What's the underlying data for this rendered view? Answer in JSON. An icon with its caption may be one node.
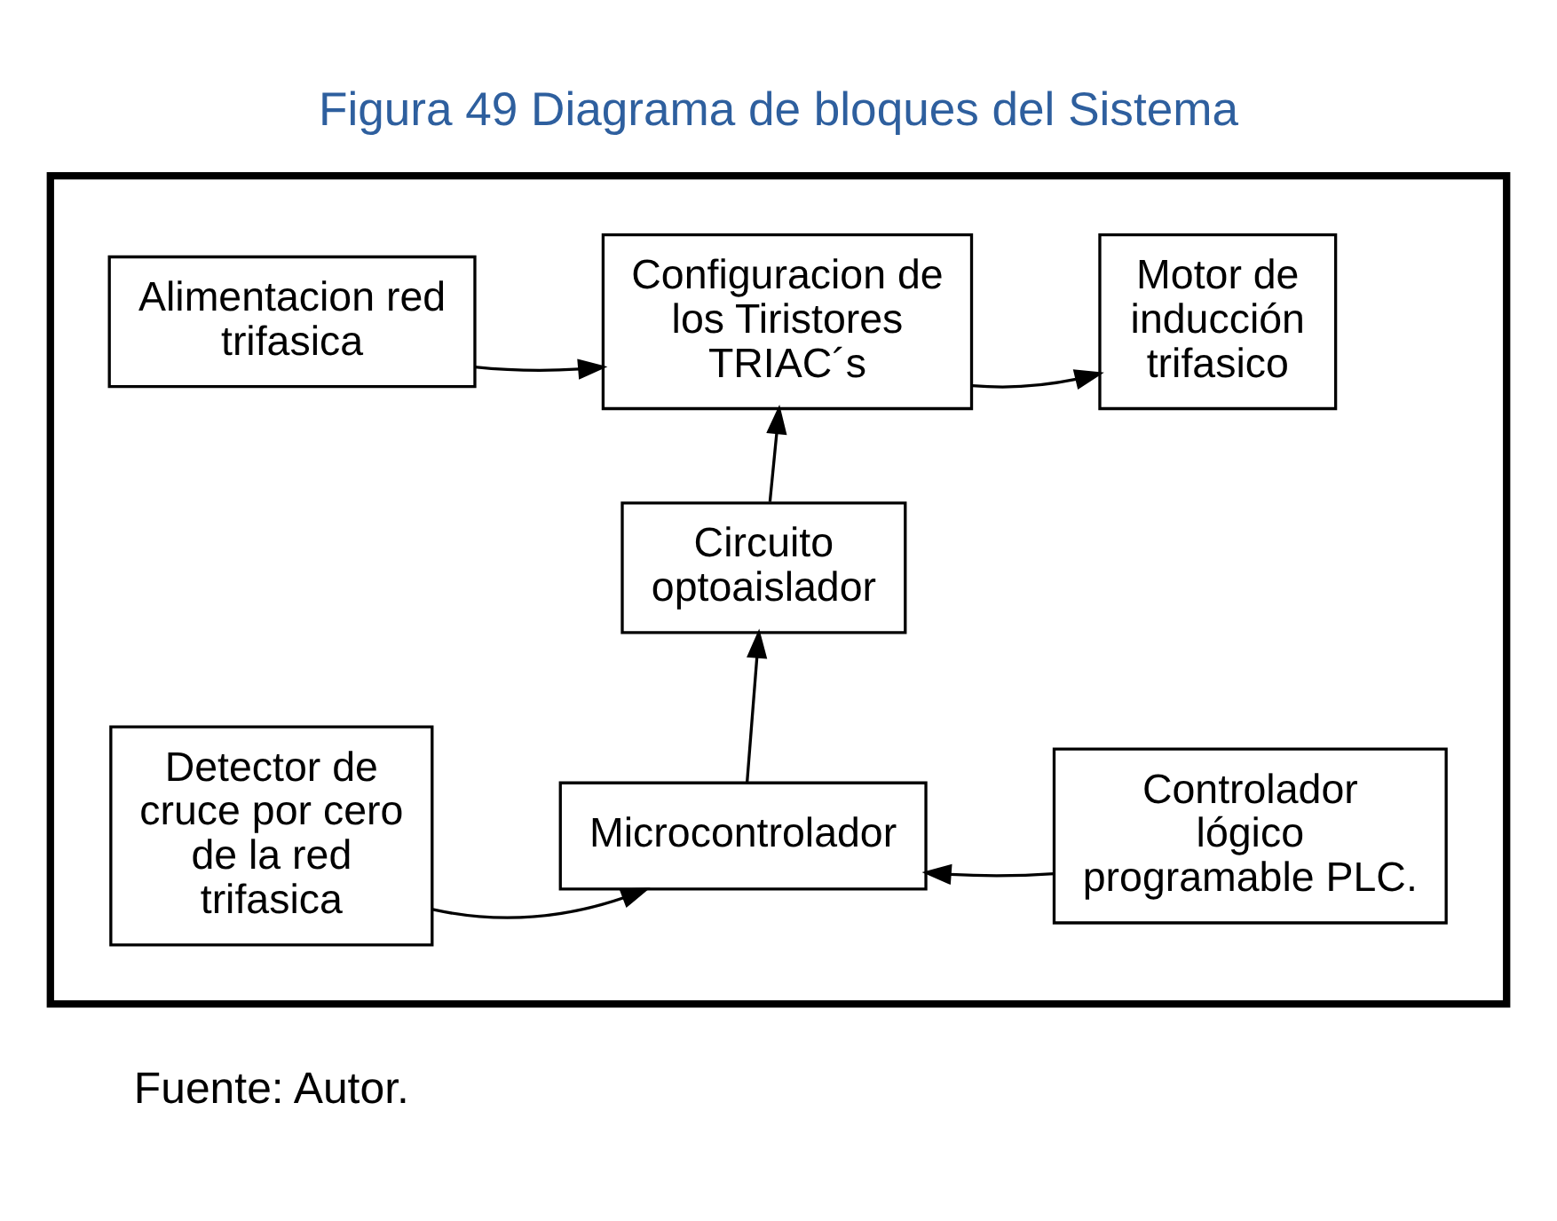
{
  "diagram": {
    "title": "Figura 49 Diagrama de bloques del Sistema",
    "caption": "Fuente: Autor.",
    "nodes": [
      {
        "text": [],
        "shape": "box"
      },
      {
        "text": [
          "Alimentacion red trifasica"
        ],
        "in": 0
      },
      {
        "text": [
          "Configuracion de los Tiristores TRIAC´s"
        ],
        "in": 0
      },
      {
        "text": [
          "Motor de inducción trifasico"
        ],
        "in": 0
      },
      {
        "text": [
          "Circuito optoaislador"
        ],
        "in": 0
      },
      {
        "text": [
          "Detector de cruce por cero de la red trifasica"
        ],
        "in": 0
      },
      {
        "text": [
          "Microcontrolador"
        ],
        "in": 0
      },
      {
        "text": [
          "Controlador lógico programable PLC."
        ],
        "in": 0
      }
    ],
    "edges": [
      {
        "from": 1,
        "to": 2,
        "arrow": "to"
      },
      {
        "from": 2,
        "to": 3,
        "arrow": "to"
      },
      {
        "from": 4,
        "to": 2,
        "arrow": "to"
      },
      {
        "from": 6,
        "to": 4,
        "arrow": "to"
      },
      {
        "from": 5,
        "to": 6,
        "arrow": "to"
      },
      {
        "from": 7,
        "to": 6,
        "arrow": "to"
      }
    ]
  }
}
